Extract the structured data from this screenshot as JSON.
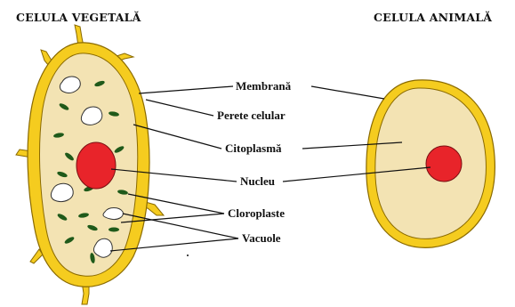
{
  "titles": {
    "plant_cell": "CELULA VEGETALĂ",
    "animal_cell": "CELULA ANIMALĂ"
  },
  "labels": {
    "membrane": "Membrană",
    "cell_wall": "Perete celular",
    "cytoplasm": "Citoplasmă",
    "nucleus": "Nucleu",
    "chloroplasts": "Cloroplaste",
    "vacuoles": "Vacuole"
  },
  "colors": {
    "cell_wall": "#F5CC1F",
    "cell_wall_outline": "#8A6A00",
    "cytoplasm": "#F3E3B3",
    "nucleus": "#E8242A",
    "chloroplast": "#1F5A1A",
    "vacuole": "#FFFFFF"
  }
}
